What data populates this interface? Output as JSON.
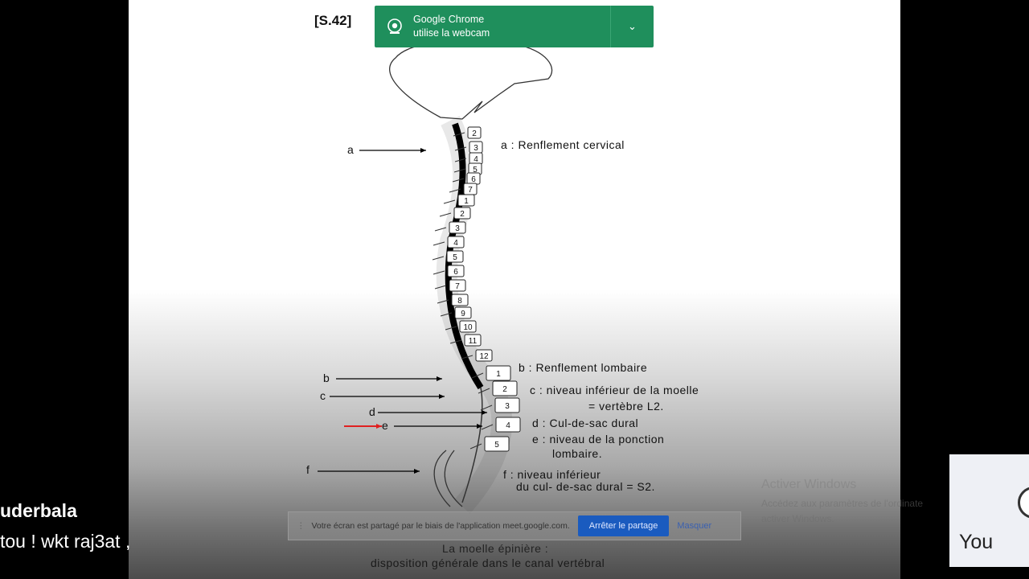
{
  "slide": {
    "id": "[S.42]",
    "pointers": [
      "a",
      "b",
      "c",
      "d",
      "e",
      "f"
    ],
    "labels": {
      "a": "a : Renflement cervical",
      "b": "b : Renflement lombaire",
      "c1": "c : niveau inférieur de la moelle",
      "c2": "= vertèbre L2.",
      "d": "d : Cul-de-sac dural",
      "e1": "e : niveau de la ponction",
      "e2": "lombaire.",
      "f1": "f : niveau inférieur",
      "f2": "du cul- de-sac dural = S2."
    },
    "vertebrae": {
      "cervical": [
        "2",
        "3",
        "4",
        "5",
        "6",
        "7"
      ],
      "thoracic": [
        "1",
        "2",
        "3",
        "4",
        "5",
        "6",
        "7",
        "8",
        "9",
        "10",
        "11",
        "12"
      ],
      "lumbar": [
        "1",
        "2",
        "3",
        "4",
        "5"
      ]
    },
    "caption_line1": "La moelle épinière :",
    "caption_line2": "disposition générale dans le canal vertébral",
    "highlight_color": "#e02020"
  },
  "chrome_notification": {
    "icon": "webcam-icon",
    "title": "Google Chrome",
    "subtitle": "utilise la webcam",
    "color": "#1f8f5c"
  },
  "share_bar": {
    "message": "Votre écran est partagé par le biais de l'application meet.google.com.",
    "stop_label": "Arrêter le partage",
    "hide_label": "Masquer"
  },
  "watermark": {
    "title": "Activer Windows",
    "line1": "Accédez aux paramètres de l'ordinate",
    "line2": "activer Windows."
  },
  "chat": {
    "name": "uderbala",
    "message": "tou ! wkt raj3at ,"
  },
  "self_tile": {
    "name": "You"
  }
}
